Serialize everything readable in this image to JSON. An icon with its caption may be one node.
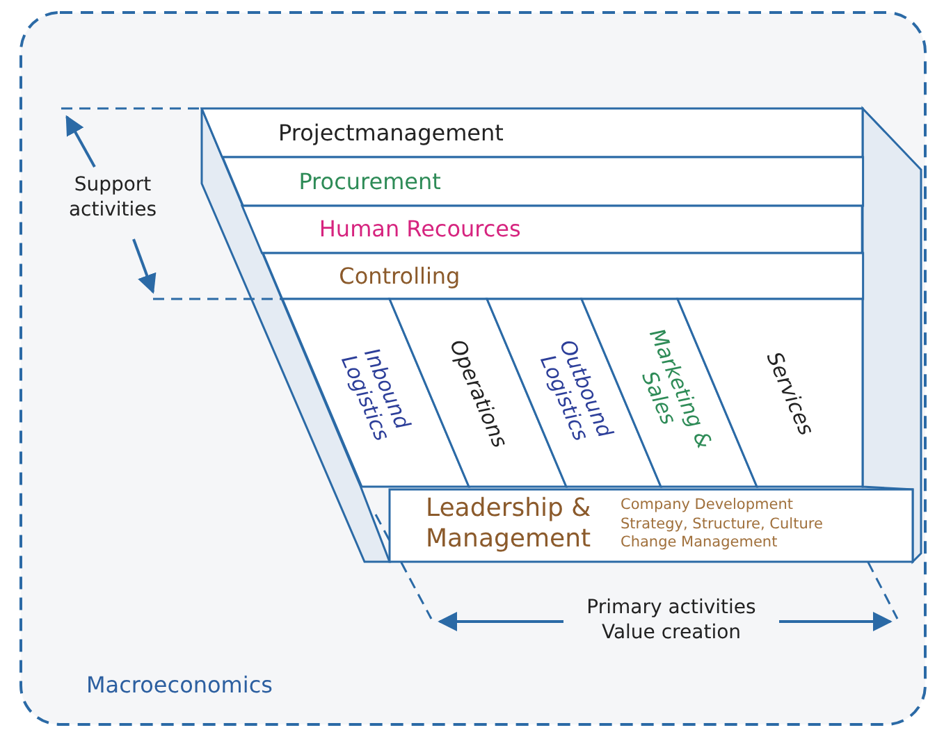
{
  "diagram": {
    "nodes": [
      {
        "text": [
          "Macroeconomics"
        ]
      },
      {
        "text": [
          "Projectmanagement"
        ],
        "in": 0
      },
      {
        "text": [
          "Procurement"
        ],
        "in": 0
      },
      {
        "text": [
          "Human Recources"
        ],
        "in": 0
      },
      {
        "text": [
          "Controlling"
        ],
        "in": 0
      },
      {
        "text": [
          "Inbound Logistics"
        ],
        "in": 0
      },
      {
        "text": [
          "Operations"
        ],
        "in": 0
      },
      {
        "text": [
          "Outbound Logistics"
        ],
        "in": 0
      },
      {
        "text": [
          "Marketing & Sales"
        ],
        "in": 0
      },
      {
        "text": [
          "Services"
        ],
        "in": 0
      },
      {
        "text": [
          "Leadership & Management",
          "Company Development Strategy, Structure, Culture Change Management"
        ],
        "in": 0
      }
    ],
    "edges": [],
    "labels": [
      "Support activities",
      "Primary activities Value creation"
    ]
  }
}
